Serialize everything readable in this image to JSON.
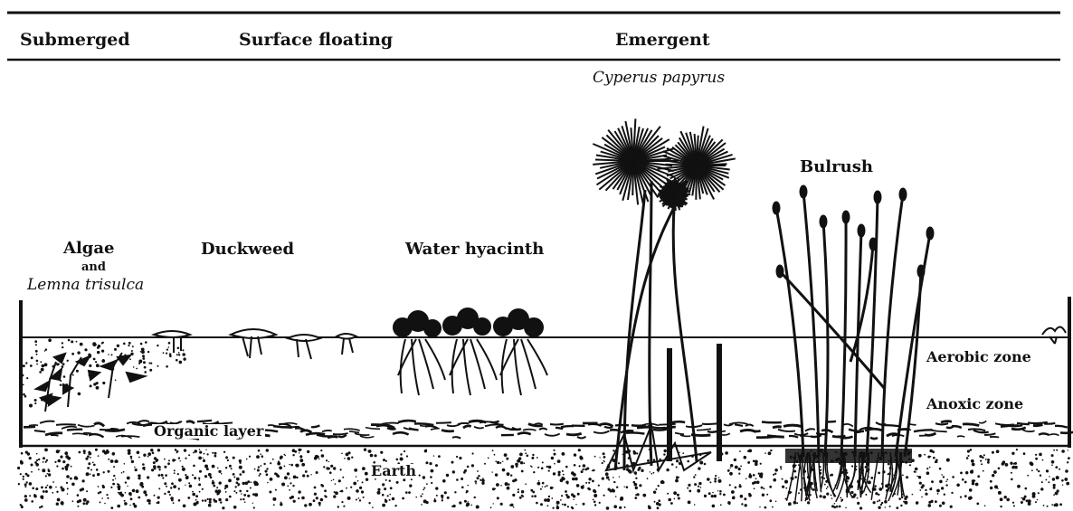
{
  "header": {
    "submerged": "Submerged",
    "surface_floating": "Surface floating",
    "emergent": "Emergent"
  },
  "plants": {
    "cyperus": "Cyperus papyrus",
    "bulrush": "Bulrush",
    "algae": "Algae",
    "and": "and",
    "lemna": "Lemna trisulca",
    "duckweed": "Duckweed",
    "water_hyacinth": "Water hyacinth"
  },
  "layers": {
    "organic": "Organic layer",
    "earth": "Earth",
    "aerobic": "Aerobic zone",
    "anoxic": "Anoxic zone"
  },
  "colors": {
    "ink": "#111111",
    "background": "#ffffff"
  }
}
